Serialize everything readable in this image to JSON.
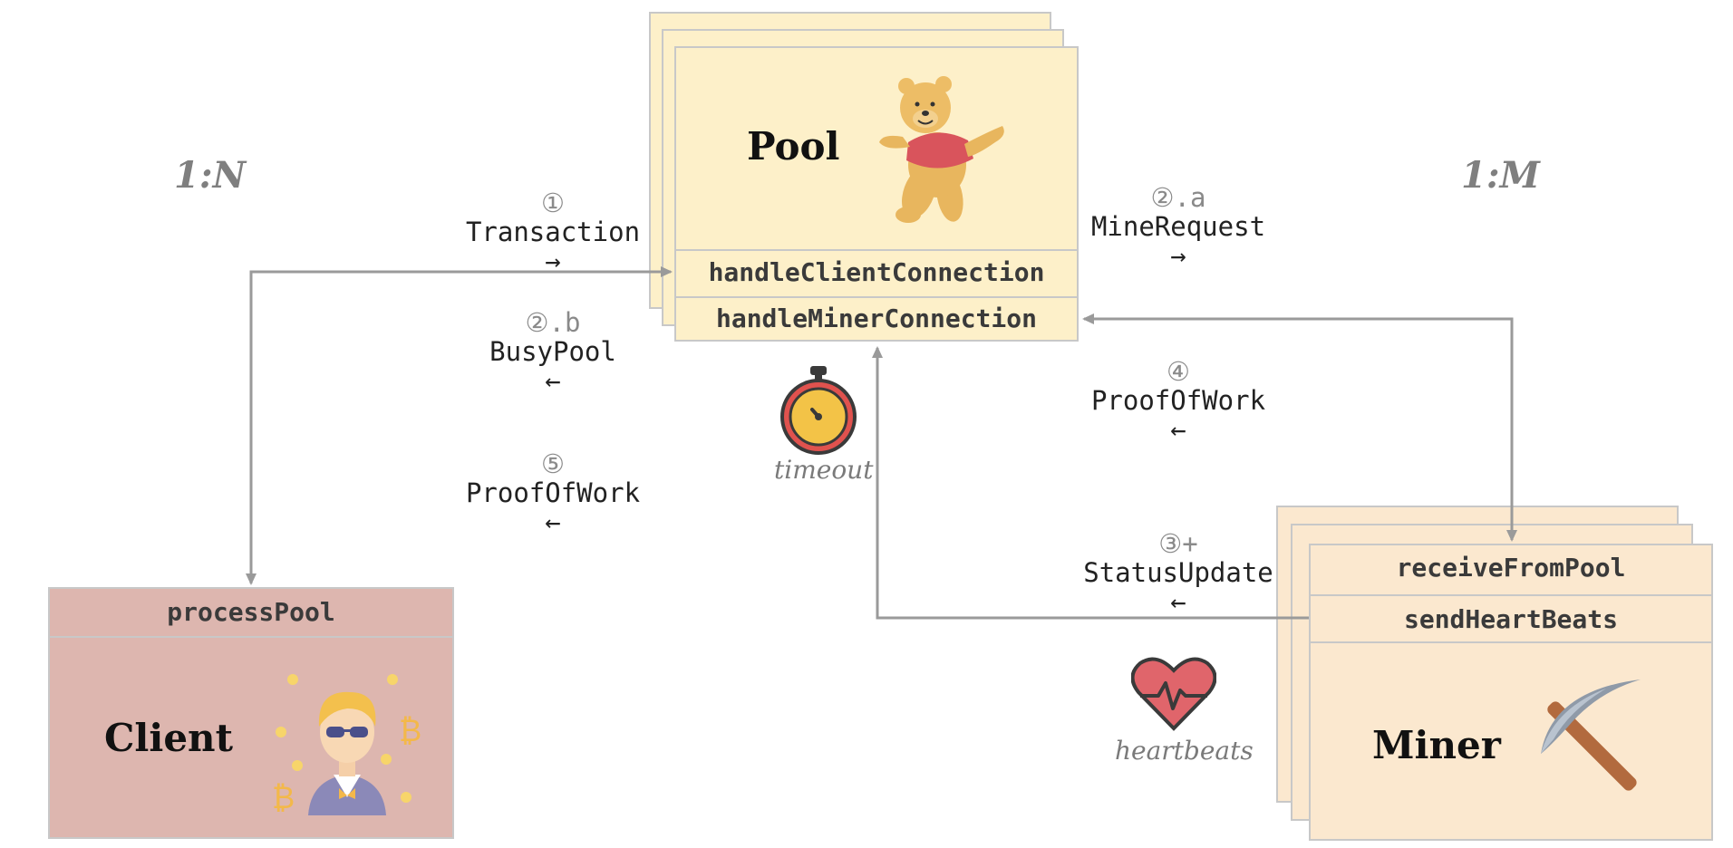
{
  "ratios": {
    "left": "1:N",
    "right": "1:M"
  },
  "pool": {
    "name": "Pool",
    "methods": [
      "handleClientConnection",
      "handleMinerConnection"
    ],
    "color": "#fdf0c9"
  },
  "client": {
    "name": "Client",
    "methods": [
      "processPool"
    ],
    "color": "#ddb6af"
  },
  "miner": {
    "name": "Miner",
    "methods": [
      "receiveFromPool",
      "sendHeartBeats"
    ],
    "color": "#fbe8cf"
  },
  "messages": {
    "transaction": {
      "num": "①",
      "label": "Transaction",
      "arrow": "→"
    },
    "busypool": {
      "num": "②.b",
      "label": "BusyPool",
      "arrow": "←"
    },
    "proofofwork_client": {
      "num": "⑤",
      "label": "ProofOfWork",
      "arrow": "←"
    },
    "minerequest": {
      "num": "②.a",
      "label": "MineRequest",
      "arrow": "→"
    },
    "proofofwork_miner": {
      "num": "④",
      "label": "ProofOfWork",
      "arrow": "←"
    },
    "statusupdate": {
      "num": "③+",
      "label": "StatusUpdate",
      "arrow": "←"
    }
  },
  "captions": {
    "timeout": "timeout",
    "heartbeats": "heartbeats"
  },
  "icons": {
    "pool": "bear-icon",
    "client": "businessman-icon",
    "miner": "pickaxe-icon",
    "timeout": "stopwatch-icon",
    "heartbeats": "heart-icon"
  },
  "colors": {
    "arrow": "#9a9a9a",
    "border": "#c8c8c8"
  }
}
